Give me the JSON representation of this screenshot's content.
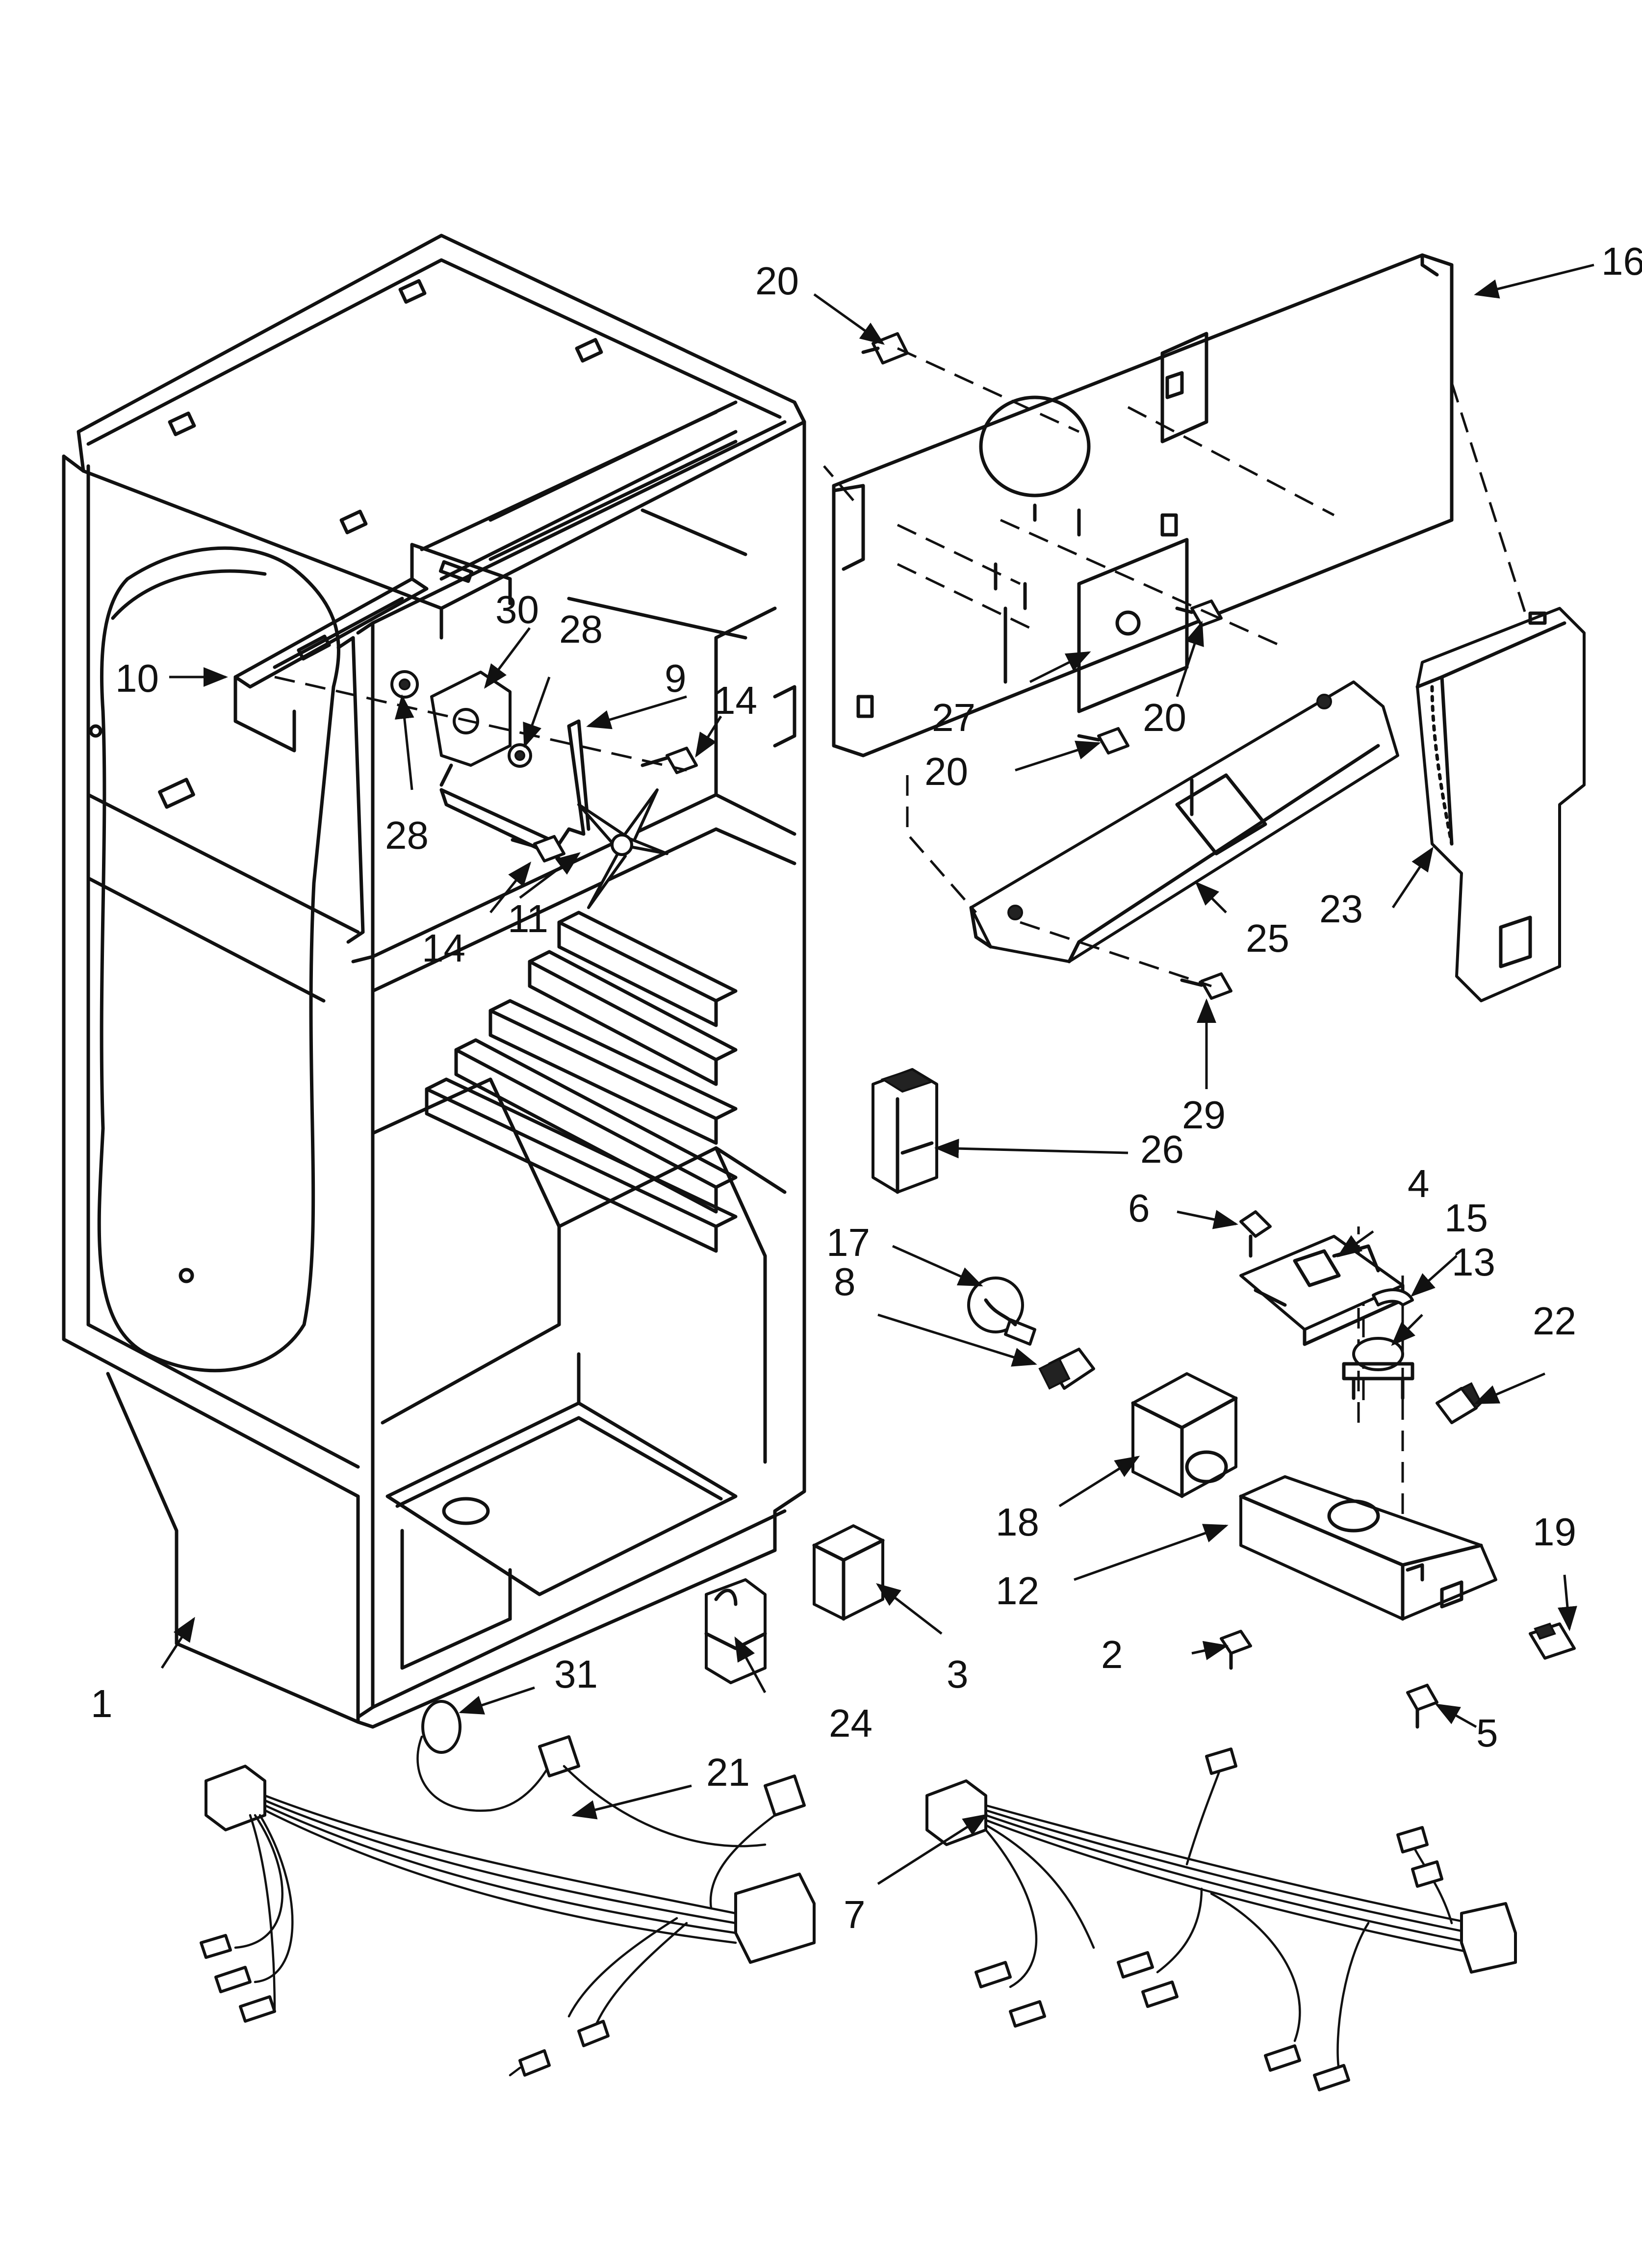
{
  "labels": {
    "p1": "1",
    "p2": "2",
    "p3": "3",
    "p4": "4",
    "p5": "5",
    "p6": "6",
    "p7": "7",
    "p8": "8",
    "p9": "9",
    "p10": "10",
    "p11": "11",
    "p12": "12",
    "p13": "13",
    "p14a": "14",
    "p14b": "14",
    "p15": "15",
    "p16": "16",
    "p17": "17",
    "p18": "18",
    "p19": "19",
    "p20a": "20",
    "p20b": "20",
    "p20c": "20",
    "p21": "21",
    "p22": "22",
    "p23": "23",
    "p24": "24",
    "p25": "25",
    "p26": "26",
    "p27": "27",
    "p28a": "28",
    "p28b": "28",
    "p29": "29",
    "p30": "30",
    "p31": "31"
  }
}
